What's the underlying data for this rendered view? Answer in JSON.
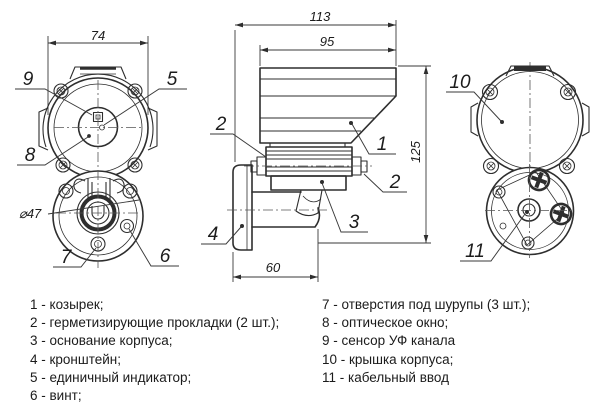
{
  "figure": {
    "dims": {
      "front_width": "74",
      "total_depth": "113",
      "visor_depth": "95",
      "height": "125",
      "bracket_offset": "60",
      "window_diameter": "⌀47"
    },
    "callouts": {
      "c1": "1",
      "c2": "2",
      "c3": "3",
      "c4": "4",
      "c5": "5",
      "c6": "6",
      "c7": "7",
      "c8": "8",
      "c9": "9",
      "c10": "10",
      "c11": "11"
    }
  },
  "legend": {
    "left": [
      "1 - козырек;",
      "2 - герметизирующие прокладки (2 шт.);",
      "3 - основание корпуса;",
      "4 - кронштейн;",
      "5 - единичный индикатор;",
      "6 - винт;"
    ],
    "right": [
      "7 - отверстия под шурупы (3 шт.);",
      "8 - оптическое окно;",
      "9 - сенсор УФ канала",
      "10 - крышка корпуса;",
      "11 - кабельный ввод"
    ]
  }
}
